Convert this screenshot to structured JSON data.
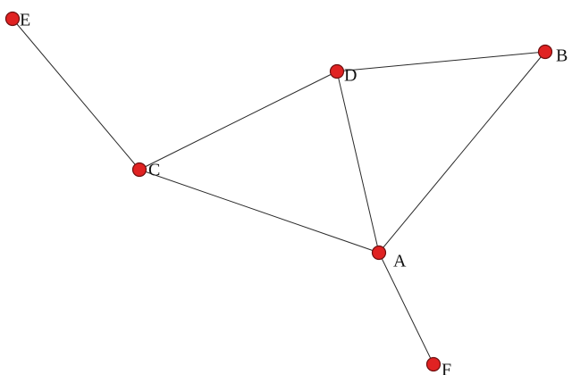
{
  "graph": {
    "nodes": [
      {
        "id": "A",
        "label": "A",
        "color": "#e02222"
      },
      {
        "id": "B",
        "label": "B",
        "color": "#e02222"
      },
      {
        "id": "C",
        "label": "C",
        "color": "#e02222"
      },
      {
        "id": "D",
        "label": "D",
        "color": "#e02222"
      },
      {
        "id": "E",
        "label": "E",
        "color": "#e02222"
      },
      {
        "id": "F",
        "label": "F",
        "color": "#e02222"
      }
    ],
    "edges": [
      {
        "from": "E",
        "to": "C"
      },
      {
        "from": "C",
        "to": "D"
      },
      {
        "from": "C",
        "to": "A"
      },
      {
        "from": "D",
        "to": "B"
      },
      {
        "from": "D",
        "to": "A"
      },
      {
        "from": "B",
        "to": "A"
      },
      {
        "from": "A",
        "to": "F"
      }
    ]
  }
}
